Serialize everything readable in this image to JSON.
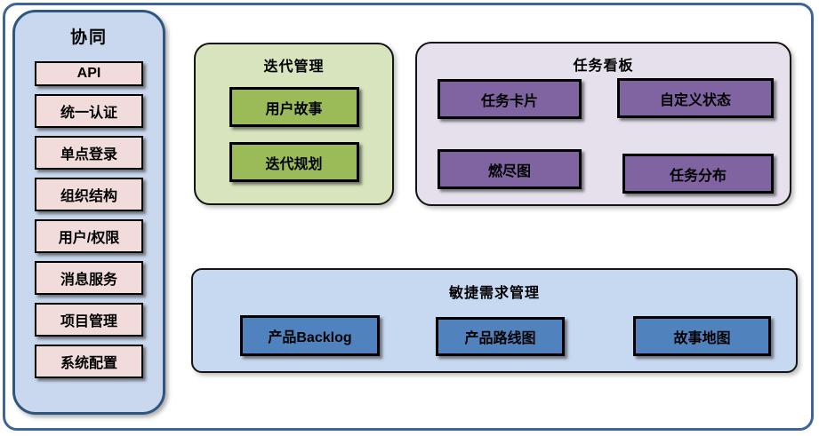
{
  "diagram": {
    "sidebar": {
      "title": "协同",
      "items": [
        "API",
        "统一认证",
        "单点登录",
        "组织结构",
        "用户/权限",
        "消息服务",
        "项目管理",
        "系统配置"
      ]
    },
    "iteration_panel": {
      "title": "迭代管理",
      "items": [
        "用户故事",
        "迭代规划"
      ]
    },
    "kanban_panel": {
      "title": "任务看板",
      "items": [
        "任务卡片",
        "自定义状态",
        "燃尽图",
        "任务分布"
      ]
    },
    "agile_panel": {
      "title": "敏捷需求管理",
      "items": [
        "产品Backlog",
        "产品路线图",
        "故事地图"
      ]
    },
    "colors": {
      "outer_border": "#3f6499",
      "sidebar_fill": "#c9d8ef",
      "sidebar_border": "#2e567e",
      "sidebar_item_fill": "#f2dcdb",
      "iteration_fill": "#d8e4bd",
      "iteration_item_fill": "#9bbb59",
      "kanban_fill": "#e5e0ec",
      "kanban_item_fill": "#8064a2",
      "agile_fill": "#c6d9f1",
      "agile_item_fill": "#5082be",
      "box_border": "#000000"
    }
  }
}
